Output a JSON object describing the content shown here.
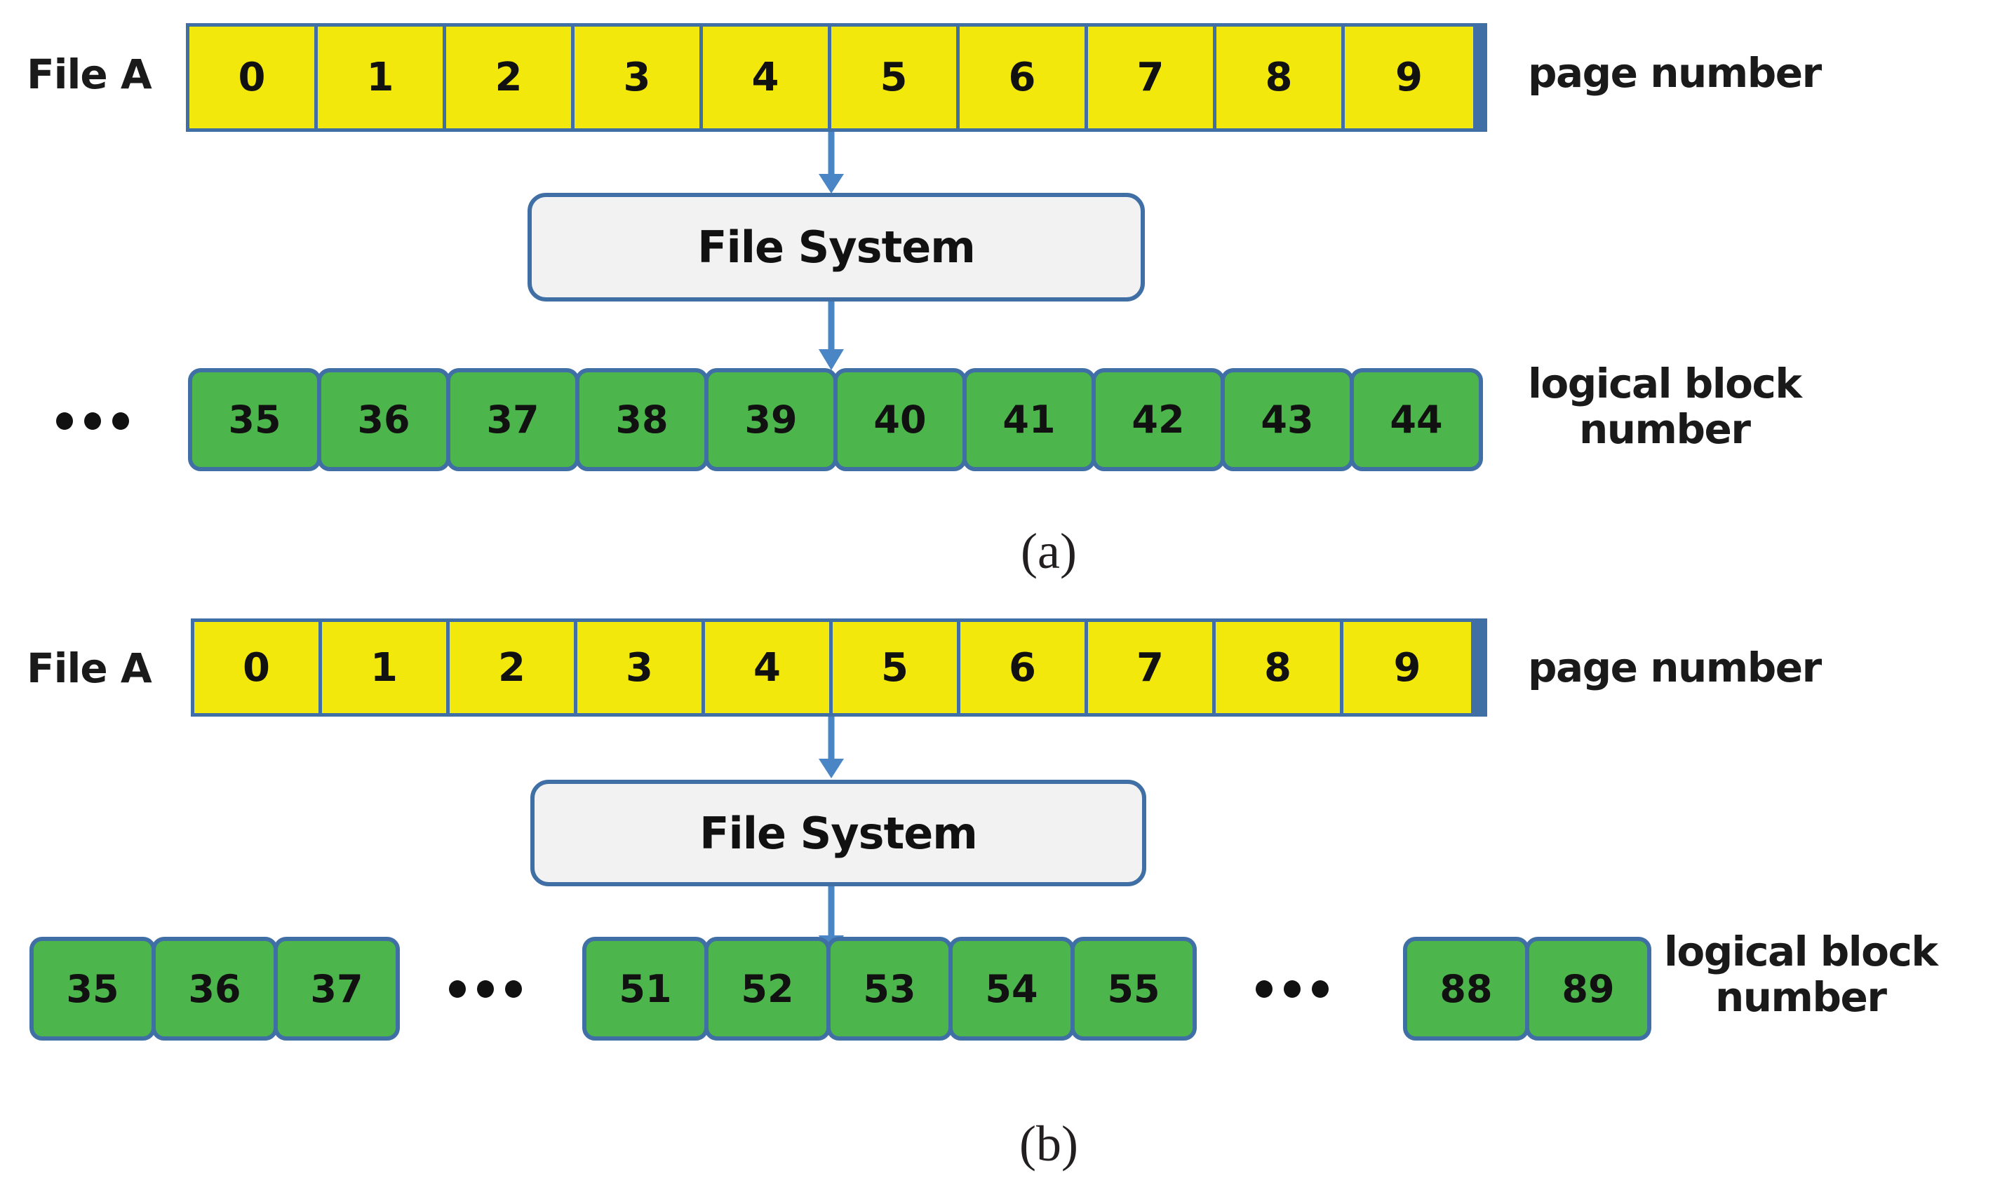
{
  "colors": {
    "page_block_fill": "#f2e80b",
    "logical_block_fill": "#4cb64c",
    "block_border": "#3f6fa5",
    "arrow": "#4a86c5",
    "fs_box_fill": "#f2f2f2",
    "text": "#111111"
  },
  "panels": [
    {
      "id": "a",
      "caption": "(a)",
      "file_label": "File A",
      "page_row": {
        "right_label": "page number",
        "cells": [
          "0",
          "1",
          "2",
          "3",
          "4",
          "5",
          "6",
          "7",
          "8",
          "9"
        ]
      },
      "process_box": {
        "label": "File System"
      },
      "logical_row": {
        "right_label_line1": "logical block",
        "right_label_line2": "number",
        "leading_ellipsis": "•••",
        "groups": [
          {
            "blocks": [
              "35",
              "36",
              "37",
              "38",
              "39",
              "40",
              "41",
              "42",
              "43",
              "44"
            ]
          }
        ]
      }
    },
    {
      "id": "b",
      "caption": "(b)",
      "file_label": "File A",
      "page_row": {
        "right_label": "page number",
        "cells": [
          "0",
          "1",
          "2",
          "3",
          "4",
          "5",
          "6",
          "7",
          "8",
          "9"
        ]
      },
      "process_box": {
        "label": "File System"
      },
      "logical_row": {
        "right_label_line1": "logical block",
        "right_label_line2": "number",
        "groups": [
          {
            "blocks": [
              "35",
              "36",
              "37"
            ]
          },
          {
            "blocks": [
              "51",
              "52",
              "53",
              "54",
              "55"
            ]
          },
          {
            "blocks": [
              "88",
              "89"
            ]
          }
        ],
        "ellipsis_1": "•••",
        "ellipsis_2": "•••"
      }
    }
  ]
}
